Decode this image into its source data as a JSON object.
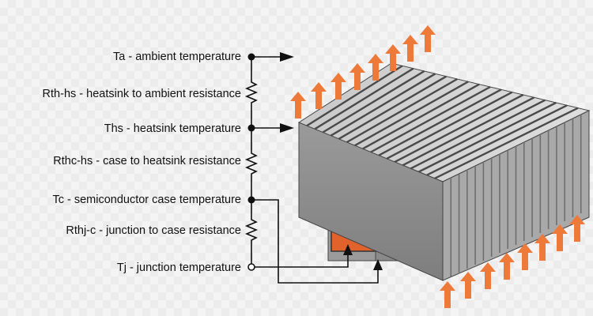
{
  "labels": {
    "ta": "Ta - ambient temperature",
    "rth_hs": "Rth-hs - heatsink to ambient resistance",
    "ths": "Ths - heatsink temperature",
    "rthc_hs": "Rthc-hs - case to heatsink resistance",
    "tc": "Tc - semiconductor case temperature",
    "rthj_c": "Rthj-c - junction to case resistance",
    "tj": "Tj - junction temperature"
  },
  "colors": {
    "arrow_orange": "#ee7a3a",
    "heatsink_top": "#d4d4d4",
    "heatsink_front": "#8e8e8e",
    "heatsink_side": "#a9a9a9",
    "chip": "#e2622b",
    "line": "#111111"
  },
  "icons": {
    "resistor": "resistor-zigzag-icon",
    "node": "node-dot-icon",
    "arrow": "arrow-right-icon",
    "heat_flow": "arrow-up-icon"
  }
}
